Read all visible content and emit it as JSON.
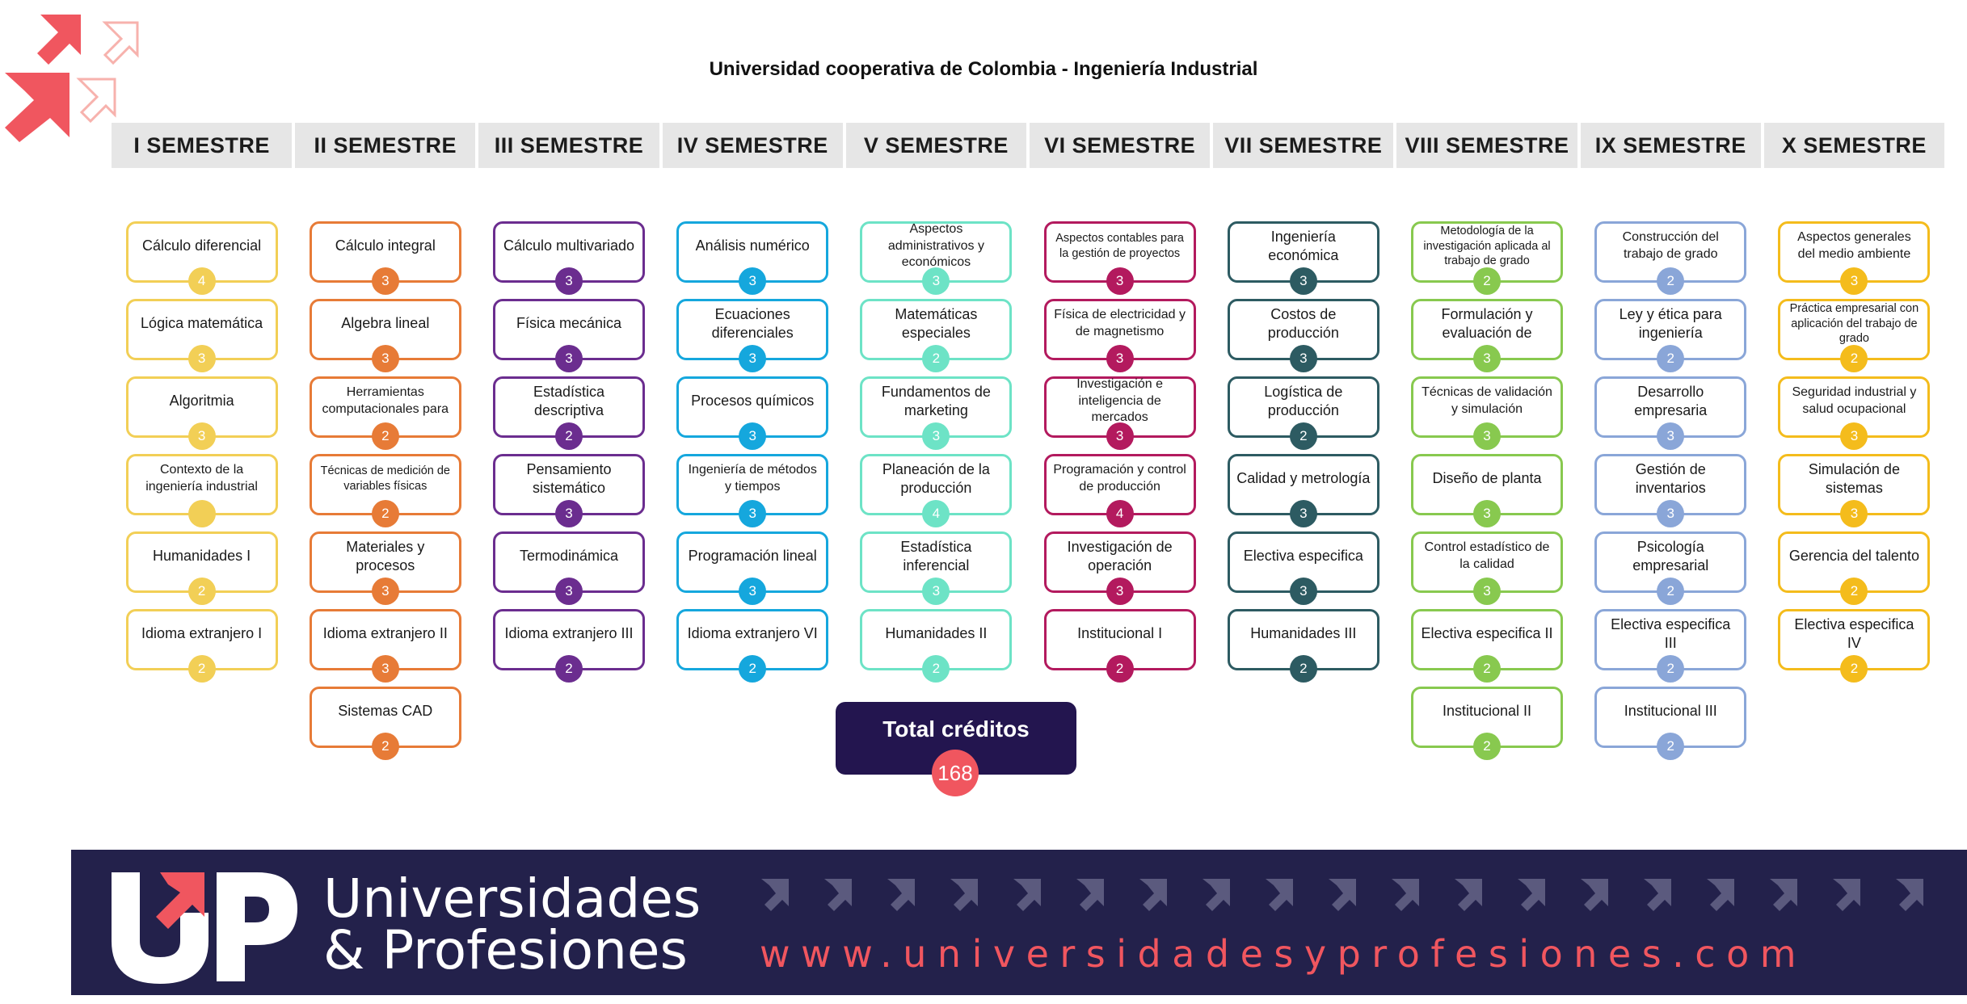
{
  "title": "Universidad cooperativa de Colombia - Ingeniería Industrial",
  "colors": {
    "s1": "#f2cf56",
    "s2": "#e77b37",
    "s3": "#6b2d8f",
    "s4": "#15a7dd",
    "s5": "#6de3c6",
    "s6": "#b31a5e",
    "s7": "#2d5b62",
    "s8": "#88c94f",
    "s9": "#8aa6d8",
    "s10": "#f4bc1c",
    "total_box": "#23154f",
    "total_circle": "#f0565f",
    "footer_bg": "#23214b",
    "accent": "#f0565f"
  },
  "semesters": [
    {
      "name": "I SEMESTRE",
      "courses": [
        {
          "name": "Cálculo diferencial",
          "credits": "4"
        },
        {
          "name": "Lógica matemática",
          "credits": "3"
        },
        {
          "name": "Algoritmia",
          "credits": "3"
        },
        {
          "name": "Contexto de la ingeniería industrial",
          "credits": ""
        },
        {
          "name": "Humanidades I",
          "credits": "2"
        },
        {
          "name": "Idioma extranjero I",
          "credits": "2"
        }
      ]
    },
    {
      "name": "II SEMESTRE",
      "courses": [
        {
          "name": "Cálculo integral",
          "credits": "3"
        },
        {
          "name": "Algebra lineal",
          "credits": "3"
        },
        {
          "name": "Herramientas computacionales para",
          "credits": "2"
        },
        {
          "name": "Técnicas de medición de variables físicas",
          "credits": "2"
        },
        {
          "name": "Materiales y procesos",
          "credits": "3"
        },
        {
          "name": "Idioma extranjero II",
          "credits": "3"
        },
        {
          "name": "Sistemas CAD",
          "credits": "2"
        }
      ]
    },
    {
      "name": "III SEMESTRE",
      "courses": [
        {
          "name": "Cálculo multivariado",
          "credits": "3"
        },
        {
          "name": "Física mecánica",
          "credits": "3"
        },
        {
          "name": "Estadística descriptiva",
          "credits": "2"
        },
        {
          "name": "Pensamiento sistemático",
          "credits": "3"
        },
        {
          "name": "Termodinámica",
          "credits": "3"
        },
        {
          "name": "Idioma extranjero III",
          "credits": "2"
        }
      ]
    },
    {
      "name": "IV SEMESTRE",
      "courses": [
        {
          "name": "Análisis numérico",
          "credits": "3"
        },
        {
          "name": "Ecuaciones diferenciales",
          "credits": "3"
        },
        {
          "name": "Procesos químicos",
          "credits": "3"
        },
        {
          "name": "Ingeniería de métodos y tiempos",
          "credits": "3"
        },
        {
          "name": "Programación lineal",
          "credits": "3"
        },
        {
          "name": "Idioma extranjero VI",
          "credits": "2"
        }
      ]
    },
    {
      "name": "V SEMESTRE",
      "courses": [
        {
          "name": "Aspectos administrativos y económicos",
          "credits": "3"
        },
        {
          "name": "Matemáticas especiales",
          "credits": "2"
        },
        {
          "name": "Fundamentos de marketing",
          "credits": "3"
        },
        {
          "name": "Planeación de la producción",
          "credits": "4"
        },
        {
          "name": "Estadística inferencial",
          "credits": "3"
        },
        {
          "name": "Humanidades II",
          "credits": "2"
        }
      ]
    },
    {
      "name": "VI SEMESTRE",
      "courses": [
        {
          "name": "Aspectos contables para la gestión de proyectos",
          "credits": "3"
        },
        {
          "name": "Física de electricidad y de magnetismo",
          "credits": "3"
        },
        {
          "name": "Investigación e inteligencia de mercados",
          "credits": "3"
        },
        {
          "name": "Programación y control de producción",
          "credits": "4"
        },
        {
          "name": "Investigación de operación",
          "credits": "3"
        },
        {
          "name": "Institucional I",
          "credits": "2"
        }
      ]
    },
    {
      "name": "VII SEMESTRE",
      "courses": [
        {
          "name": "Ingeniería económica",
          "credits": "3"
        },
        {
          "name": "Costos de producción",
          "credits": "3"
        },
        {
          "name": "Logística de producción",
          "credits": "2"
        },
        {
          "name": "Calidad y metrología",
          "credits": "3"
        },
        {
          "name": "Electiva especifica",
          "credits": "3"
        },
        {
          "name": "Humanidades III",
          "credits": "2"
        }
      ]
    },
    {
      "name": "VIII SEMESTRE",
      "courses": [
        {
          "name": "Metodología de la investigación aplicada al trabajo de grado",
          "credits": "2"
        },
        {
          "name": "Formulación y evaluación de",
          "credits": "3"
        },
        {
          "name": "Técnicas de validación y simulación",
          "credits": "3"
        },
        {
          "name": "Diseño de planta",
          "credits": "3"
        },
        {
          "name": "Control estadístico de la calidad",
          "credits": "3"
        },
        {
          "name": "Electiva especifica II",
          "credits": "2"
        },
        {
          "name": "Institucional II",
          "credits": "2"
        }
      ]
    },
    {
      "name": "IX SEMESTRE",
      "courses": [
        {
          "name": "Construcción del trabajo de grado",
          "credits": "2"
        },
        {
          "name": "Ley y ética para ingeniería",
          "credits": "2"
        },
        {
          "name": "Desarrollo empresaria",
          "credits": "3"
        },
        {
          "name": "Gestión de inventarios",
          "credits": "3"
        },
        {
          "name": "Psicología empresarial",
          "credits": "2"
        },
        {
          "name": "Electiva especifica III",
          "credits": "2"
        },
        {
          "name": "Institucional III",
          "credits": "2"
        }
      ]
    },
    {
      "name": "X SEMESTRE",
      "courses": [
        {
          "name": "Aspectos generales del medio ambiente",
          "credits": "3"
        },
        {
          "name": "Práctica empresarial con aplicación del trabajo de grado",
          "credits": "2"
        },
        {
          "name": "Seguridad industrial y salud ocupacional",
          "credits": "3"
        },
        {
          "name": "Simulación de sistemas",
          "credits": "3"
        },
        {
          "name": "Gerencia del talento",
          "credits": "2"
        },
        {
          "name": "Electiva especifica IV",
          "credits": "2"
        }
      ]
    }
  ],
  "total": {
    "label": "Total créditos",
    "value": "168"
  },
  "footer": {
    "brand_line1": "Universidades",
    "brand_line2": "& Profesiones",
    "website": "www.universidadesyprofesiones.com"
  }
}
